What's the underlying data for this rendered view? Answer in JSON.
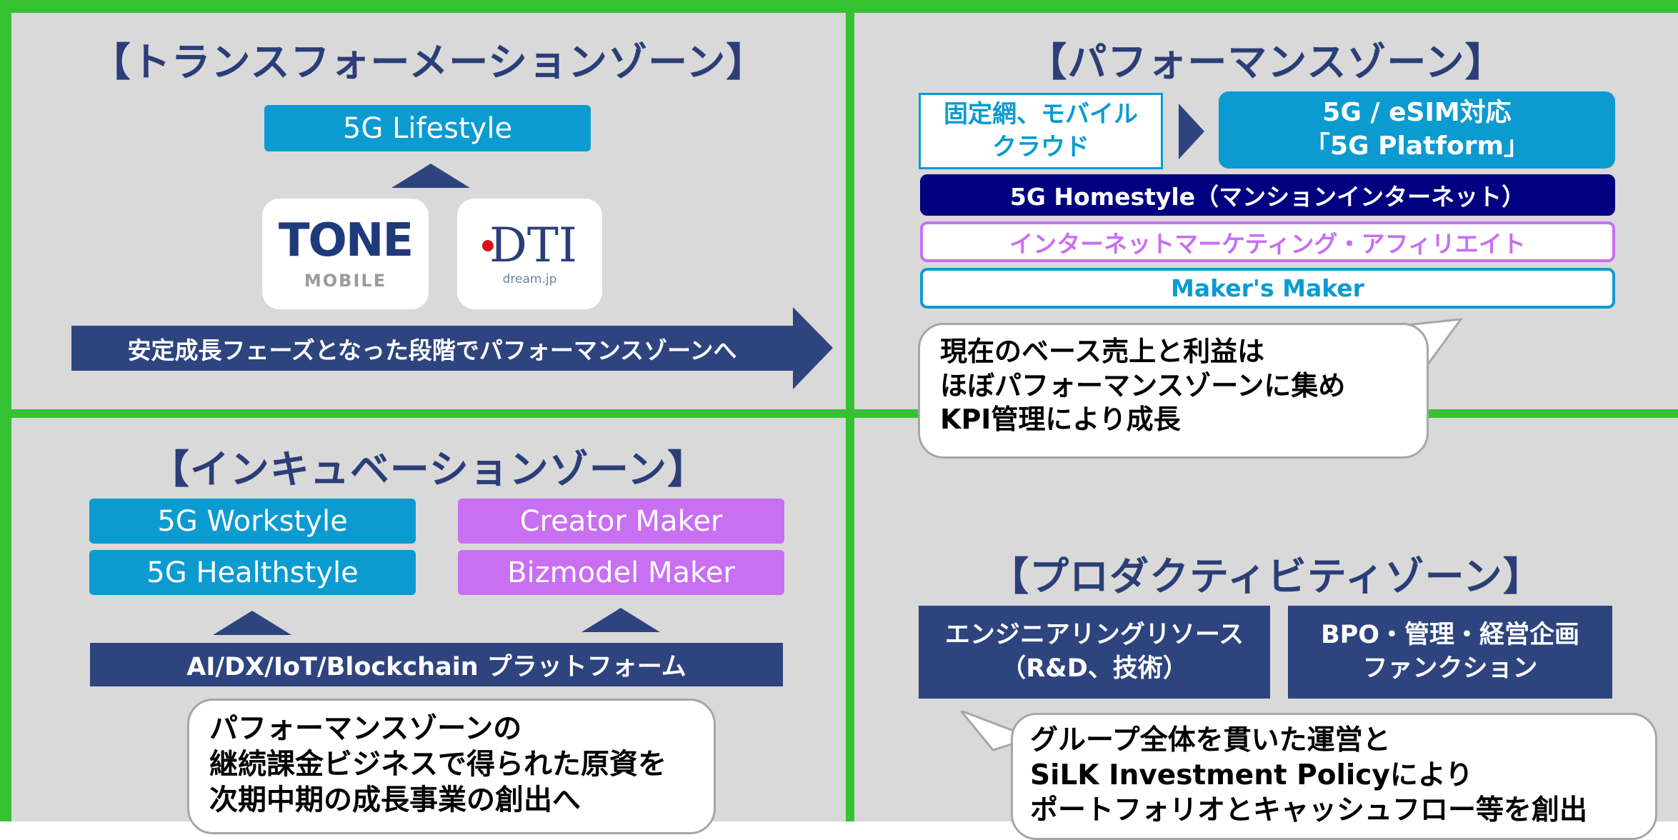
{
  "colors": {
    "border_green": "#35c232",
    "quadrant_gray": "#d9d9d9",
    "title_navy": "#2b3e78",
    "cyan": "#0b9bd0",
    "purple": "#c86ff2",
    "navy_box": "#2e447e",
    "dark_navy": "#000080"
  },
  "transformation": {
    "title": "【トランスフォーメーションゾーン】",
    "lifestyle": "5G Lifestyle",
    "tone_logo_top": "TONE",
    "tone_logo_bottom": "MOBILE",
    "dti_logo_top": "DTI",
    "dti_logo_bottom": "dream.jp",
    "arrow_text": "安定成長フェーズとなった段階でパフォーマンスゾーンへ"
  },
  "performance": {
    "title": "【パフォーマンスゾーン】",
    "fixed_line1": "固定網、モバイル",
    "fixed_line2": "クラウド",
    "platform_line1": "5G / eSIM対応",
    "platform_line2": "「5G Platform」",
    "homestyle": "5G Homestyle（マンションインターネット）",
    "marketing": "インターネットマーケティング・アフィリエイト",
    "makers_maker": "Maker's Maker",
    "bubble_lines": [
      "現在のベース売上と利益は",
      "ほぼパフォーマンスゾーンに集め",
      "KPI管理により成長"
    ]
  },
  "incubation": {
    "title": "【インキュベーションゾーン】",
    "workstyle": "5G Workstyle",
    "healthstyle": "5G Healthstyle",
    "creator_maker": "Creator Maker",
    "bizmodel_maker": "Bizmodel Maker",
    "platform_bar": "AI/DX/IoT/Blockchain プラットフォーム",
    "bubble_lines": [
      "パフォーマンスゾーンの",
      "継続課金ビジネスで得られた原資を",
      "次期中期の成長事業の創出へ"
    ]
  },
  "productivity": {
    "title": "【プロダクティビティゾーン】",
    "engineering_line1": "エンジニアリングリソース",
    "engineering_line2": "（R&D、技術）",
    "bpo_line1": "BPO・管理・経営企画",
    "bpo_line2": "ファンクション",
    "bubble_lines": [
      "グループ全体を貫いた運営と",
      "SiLK Investment Policyにより",
      "ポートフォリオとキャッシュフロー等を創出"
    ]
  }
}
